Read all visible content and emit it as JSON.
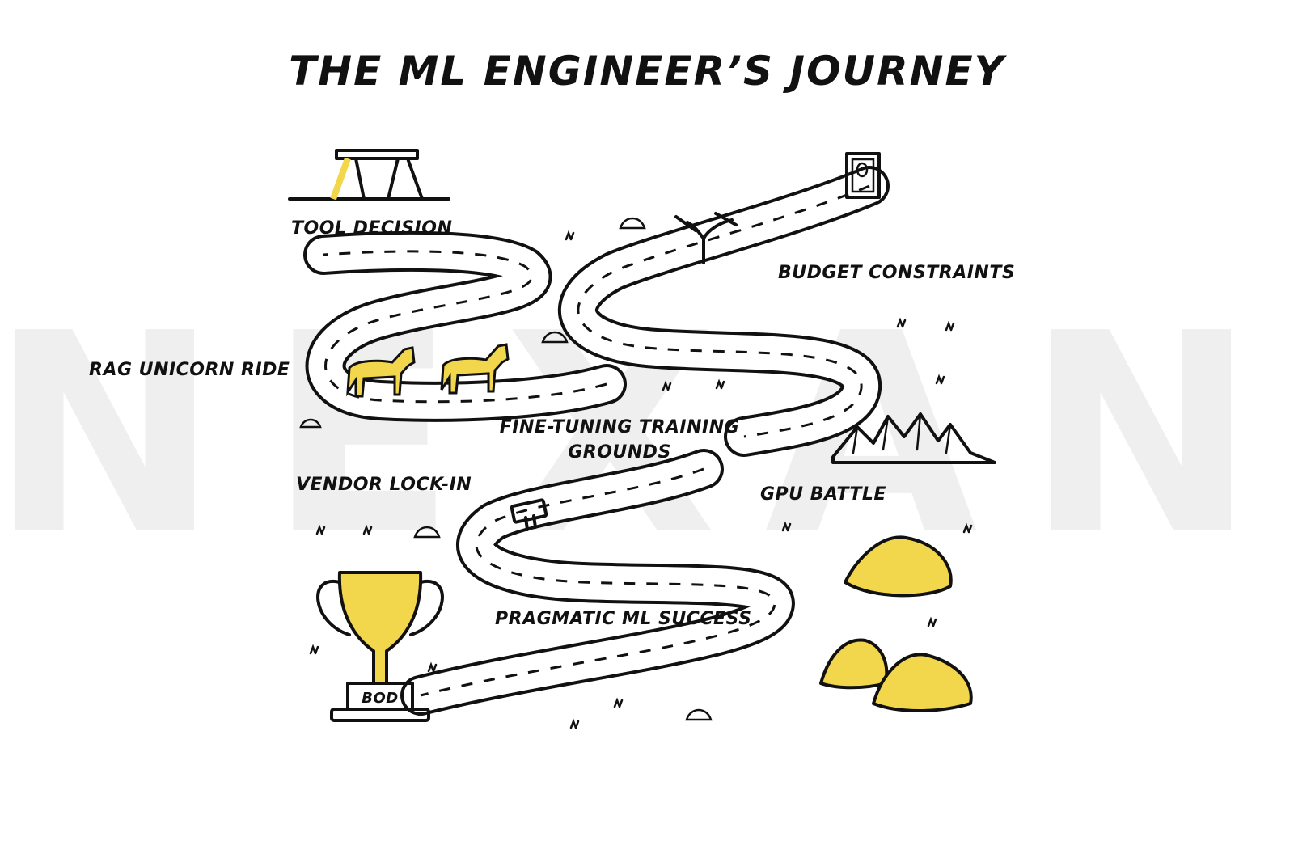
{
  "title": "THE ML ENGINEER’S JOURNEY",
  "watermark": "NEXAN",
  "colors": {
    "ink": "#111111",
    "highlight": "#f2d64b",
    "watermark": "#efefef",
    "background": "#ffffff"
  },
  "landmarks": [
    {
      "id": "tool-decision",
      "label": "TOOL DECISION",
      "icon": "sawhorse-icon"
    },
    {
      "id": "budget-constraints",
      "label": "BUDGET CONSTRAINTS",
      "icon": "signpost-icon"
    },
    {
      "id": "rag-unicorn-ride",
      "label": "RAG UNICORN RIDE",
      "icon": "unicorn-icon"
    },
    {
      "id": "fine-tuning",
      "label_line1": "FINE-TUNING TRAINING",
      "label_line2": "GROUNDS",
      "icon": "mountains-icon"
    },
    {
      "id": "vendor-lock-in",
      "label": "VENDOR LOCK-IN",
      "icon": "gate-icon"
    },
    {
      "id": "gpu-battle",
      "label": "GPU BATTLE",
      "icon": "rock-pile-icon"
    },
    {
      "id": "pragmatic-ml-success",
      "label": "PRAGMATIC ML SUCCESS",
      "icon": "trophy-icon"
    }
  ],
  "trophy_plate": "BOD",
  "start_icon": "door-icon"
}
